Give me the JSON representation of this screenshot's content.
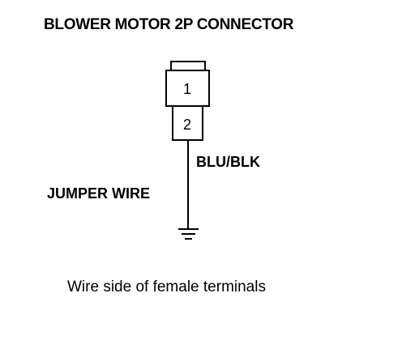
{
  "diagram": {
    "title": "BLOWER MOTOR 2P CONNECTOR",
    "connector": {
      "pins": [
        "1",
        "2"
      ]
    },
    "wire_color_label": "BLU/BLK",
    "jumper_label": "JUMPER WIRE",
    "caption": "Wire side of female terminals",
    "ground_symbol": "ground-icon"
  }
}
